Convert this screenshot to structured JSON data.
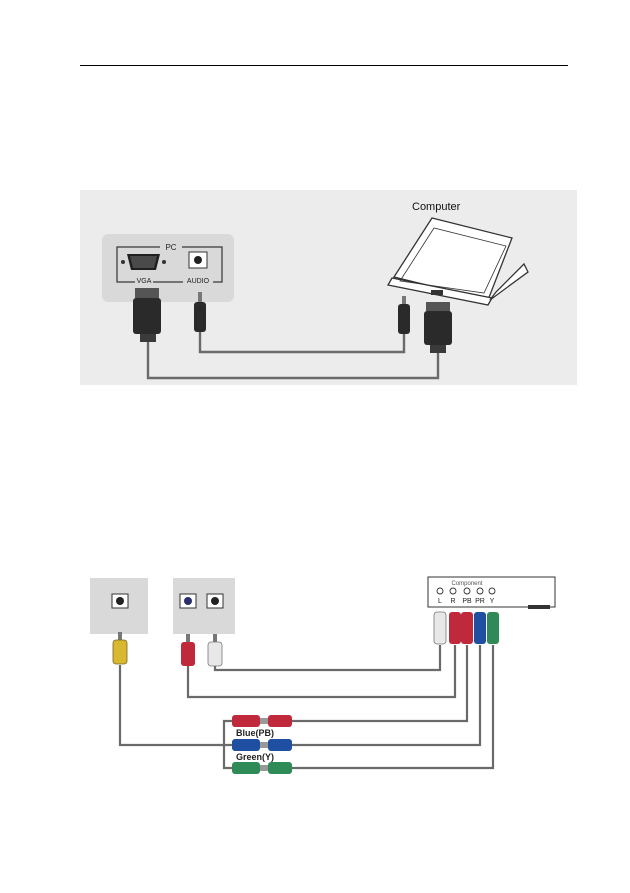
{
  "diagram1": {
    "computer_label": "Computer",
    "pc_panel": {
      "title": "PC",
      "vga_label": "VGA",
      "audio_label": "AUDIO"
    }
  },
  "diagram2": {
    "component_label": "Component",
    "jack_labels": [
      "L",
      "R",
      "PB",
      "PR",
      "Y"
    ],
    "cable_labels": [
      "Blue(PB)",
      "Green(Y)"
    ]
  },
  "colors": {
    "panel_grey": "#d9d9d9",
    "cable_grey": "#808080",
    "red": "#c0283c",
    "blue": "#1f4fa0",
    "green": "#2e8b57",
    "yellow": "#d8b830",
    "white_plug": "#e8e8e8",
    "connector_dark": "#2a2a2a"
  }
}
